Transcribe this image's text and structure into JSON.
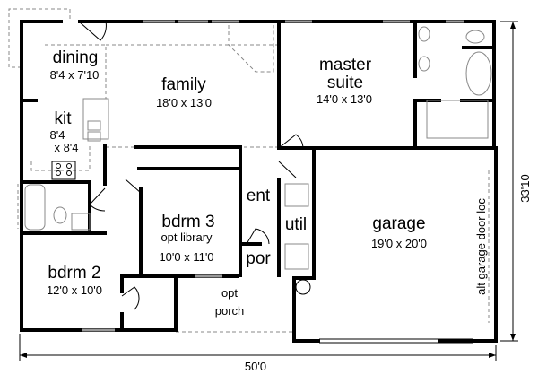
{
  "rooms": {
    "dining": {
      "name": "dining",
      "size": "8'4 x 7'10"
    },
    "family": {
      "name": "family",
      "size": "18'0 x 13'0"
    },
    "kit": {
      "name": "kit",
      "size_line1": "8'4",
      "size_line2": "x 8'4"
    },
    "master": {
      "name_line1": "master",
      "name_line2": "suite",
      "size": "14'0 x 13'0"
    },
    "bdrm3": {
      "name": "bdrm 3",
      "sub": "opt library",
      "size": "10'0 x 11'0"
    },
    "ent": {
      "name": "ent"
    },
    "util": {
      "name": "util"
    },
    "por": {
      "name": "por"
    },
    "garage": {
      "name": "garage",
      "size": "19'0 x 20'0",
      "note": "alt garage door loc"
    },
    "bdrm2": {
      "name": "bdrm 2",
      "size": "12'0 x 10'0"
    },
    "porch": {
      "name_line1": "opt",
      "name_line2": "porch"
    }
  },
  "dimensions": {
    "width": "50'0",
    "depth": "33'10"
  }
}
